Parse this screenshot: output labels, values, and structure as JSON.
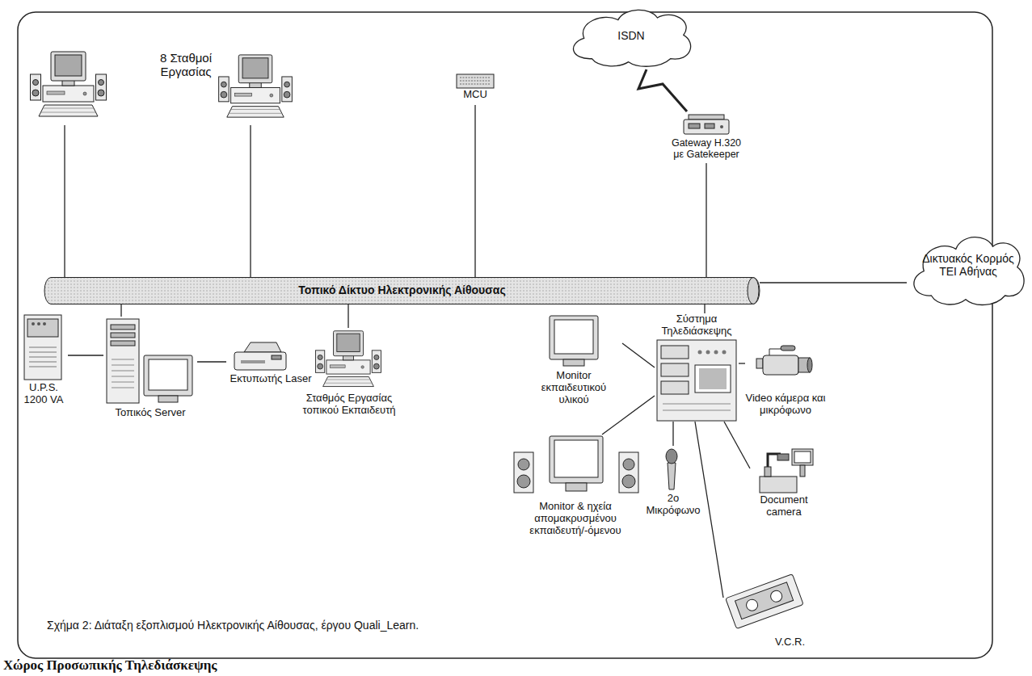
{
  "diagram": {
    "caption": "Σχήμα 2: Διάταξη εξοπλισμού Ηλεκτρονικής Αίθουσας, έργου Quali_Learn.",
    "nodes": [
      {
        "text": [
          "ISDN"
        ]
      },
      {
        "text": [
          "8 Σταθμοί Εργασίας"
        ]
      },
      {
        "text": [
          "MCU"
        ]
      },
      {
        "text": [
          "Gateway H.320 με Gatekeeper"
        ]
      },
      {
        "text": [
          "Τοπικό Δίκτυο Ηλεκτρονικής Αίθουσας"
        ]
      },
      {
        "text": [
          "Δικτυακός Κορμός ΤΕΙ Αθήνας"
        ]
      },
      {
        "text": [
          "Σύστημα Τηλεδιάσκεψης"
        ]
      },
      {
        "text": [
          "Monitor εκπαιδευτικού υλικού"
        ]
      },
      {
        "text": [
          "Video κάμερα και μικρόφωνο"
        ]
      },
      {
        "text": [
          "U.P.S. 1200 VA"
        ]
      },
      {
        "text": [
          "Τοπικός Server"
        ]
      },
      {
        "text": [
          "Εκτυπωτής Laser"
        ]
      },
      {
        "text": [
          "Σταθμός Εργασίας τοπικού Εκπαιδευτή"
        ]
      },
      {
        "text": [
          "Document camera"
        ]
      },
      {
        "text": [
          "Monitor & ηχεία απομακρυσμένου εκπαιδευτή/-όμενου"
        ]
      },
      {
        "text": [
          "2ο Μικρόφωνο"
        ]
      },
      {
        "text": [
          "V.C.R."
        ]
      }
    ],
    "edges": [
      {
        "from": 0,
        "to": 3,
        "arrow": "none"
      },
      {
        "from": 1,
        "to": 4,
        "arrow": "none"
      },
      {
        "from": 1,
        "to": 4,
        "arrow": "none"
      },
      {
        "from": 2,
        "to": 4,
        "arrow": "none"
      },
      {
        "from": 3,
        "to": 4,
        "arrow": "none"
      },
      {
        "from": 4,
        "to": 5,
        "arrow": "none"
      },
      {
        "from": 10,
        "to": 4,
        "arrow": "none"
      },
      {
        "from": 12,
        "to": 4,
        "arrow": "none"
      },
      {
        "from": 9,
        "to": 10,
        "arrow": "none"
      },
      {
        "from": 10,
        "to": 11,
        "arrow": "none"
      },
      {
        "from": 6,
        "to": 4,
        "arrow": "none"
      },
      {
        "from": 7,
        "to": 6,
        "arrow": "none"
      },
      {
        "from": 14,
        "to": 6,
        "arrow": "none"
      },
      {
        "from": 15,
        "to": 6,
        "arrow": "none"
      },
      {
        "from": 16,
        "to": 6,
        "arrow": "none"
      },
      {
        "from": 8,
        "to": 6,
        "arrow": "none"
      },
      {
        "from": 13,
        "to": 6,
        "arrow": "none"
      }
    ],
    "labels": [
      "Χώρος Προσωπικής Τηλεδιάσκεψης"
    ]
  }
}
